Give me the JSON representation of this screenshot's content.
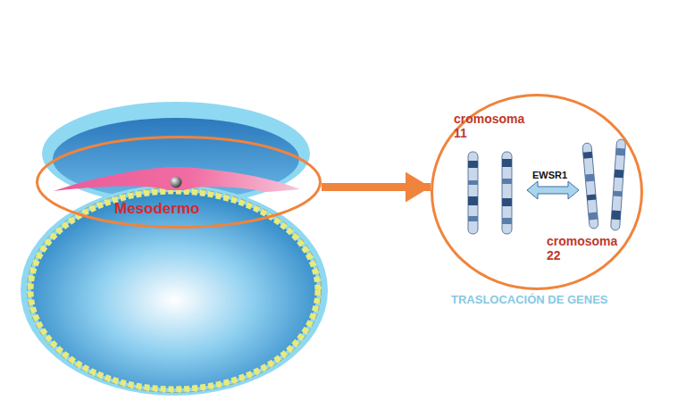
{
  "diagram": {
    "nodes": [
      {
        "text": [
          "Mesodermo"
        ]
      },
      {
        "text": [
          "cromosoma 11",
          "EWSR1",
          "cromosoma 22"
        ]
      }
    ],
    "edges": [
      {
        "from": 0,
        "to": 1,
        "arrow": "to"
      }
    ],
    "labels": [
      "TRASLOCACIÓN DE GENES"
    ]
  }
}
